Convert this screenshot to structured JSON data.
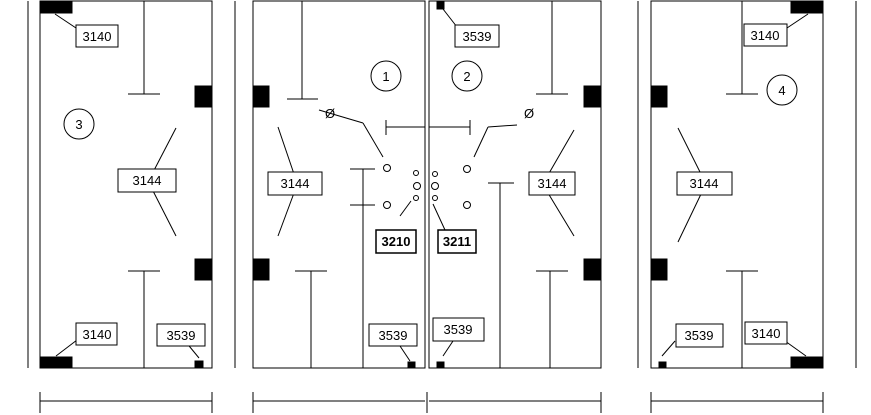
{
  "panels": {
    "p1": {
      "number": "1"
    },
    "p2": {
      "number": "2"
    },
    "p3": {
      "number": "3"
    },
    "p4": {
      "number": "4"
    }
  },
  "labels": {
    "p3_top_3140": "3140",
    "p3_3144": "3144",
    "p3_bottom_3140": "3140",
    "p3_3539": "3539",
    "p1_3144": "3144",
    "p1_3210": "3210",
    "p1_3539": "3539",
    "p2_top_3539": "3539",
    "p2_3144": "3144",
    "p2_3211": "3211",
    "p2_bottom_3539": "3539",
    "p4_top_3140": "3140",
    "p4_3144": "3144",
    "p4_3539": "3539",
    "p4_bottom_3140": "3140"
  },
  "symbols": {
    "diameter_left": "Ø",
    "diameter_right": "Ø"
  }
}
